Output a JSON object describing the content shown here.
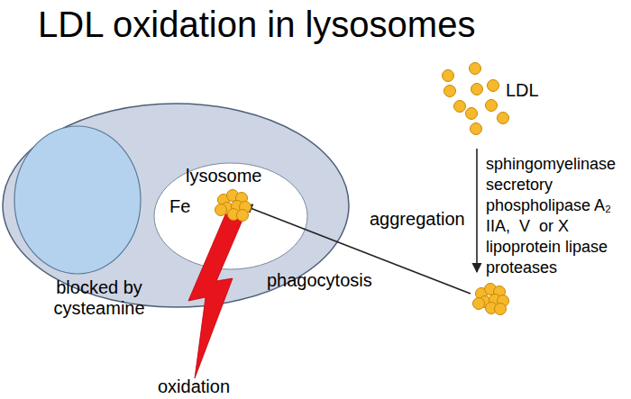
{
  "diagram": {
    "title": "LDL oxidation in lysosomes",
    "nodes": [
      {
        "text": [
          "lysosome",
          "Fe"
        ]
      }
    ],
    "labels": [
      "LDL",
      "aggregation",
      "sphingomyelinase",
      "secretory",
      "phospholipase A₂",
      "IIA,  V  or X",
      "lipoprotein lipase",
      "proteases",
      "phagocytosis",
      "blocked by cysteamine",
      "oxidation"
    ]
  }
}
